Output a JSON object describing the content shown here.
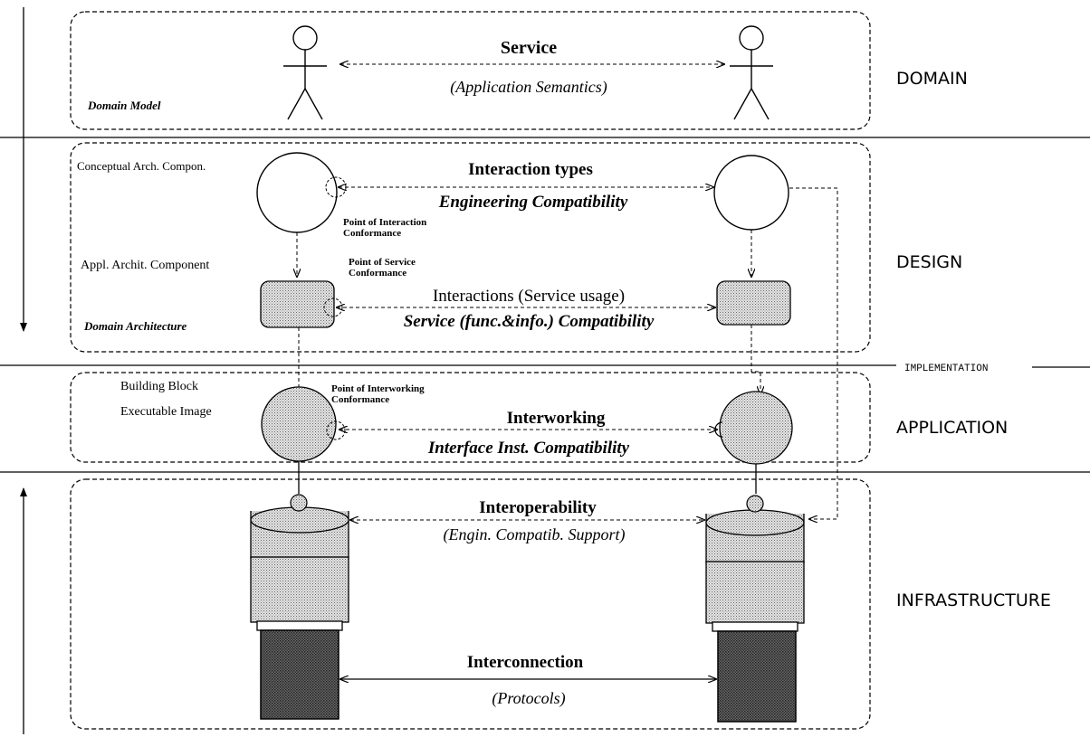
{
  "layers": {
    "domain": "DOMAIN",
    "design": "DESIGN",
    "implementation": "IMPLEMENTATION",
    "application": "APPLICATION",
    "infrastructure": "INFRASTRUCTURE"
  },
  "domain_box": {
    "model_label": "Domain Model",
    "service": "Service",
    "service_sub": "(Application Semantics)"
  },
  "design_box": {
    "conceptual": "Conceptual Arch. Compon.",
    "interaction_types": "Interaction types",
    "engineering": "Engineering Compatibility",
    "poi_line1": "Point of Interaction",
    "poi_line2": "Conformance",
    "appl_arch": "Appl. Archit. Component",
    "pos_line1": "Point of Service",
    "pos_line2": "Conformance",
    "interactions": "Interactions (Service usage)",
    "service_compat": "Service (func.&info.) Compatibility",
    "domain_arch": "Domain Architecture"
  },
  "application_box": {
    "building_block": "Building Block",
    "executable": "Executable Image",
    "poiw_line1": "Point of Interworking",
    "poiw_line2": "Conformance",
    "interworking": "Interworking",
    "interface_compat": "Interface Inst. Compatibility"
  },
  "infrastructure_box": {
    "interoperability": "Interoperability",
    "engin_support": "(Engin. Compatib. Support)",
    "interconnection": "Interconnection",
    "protocols": "(Protocols)"
  }
}
